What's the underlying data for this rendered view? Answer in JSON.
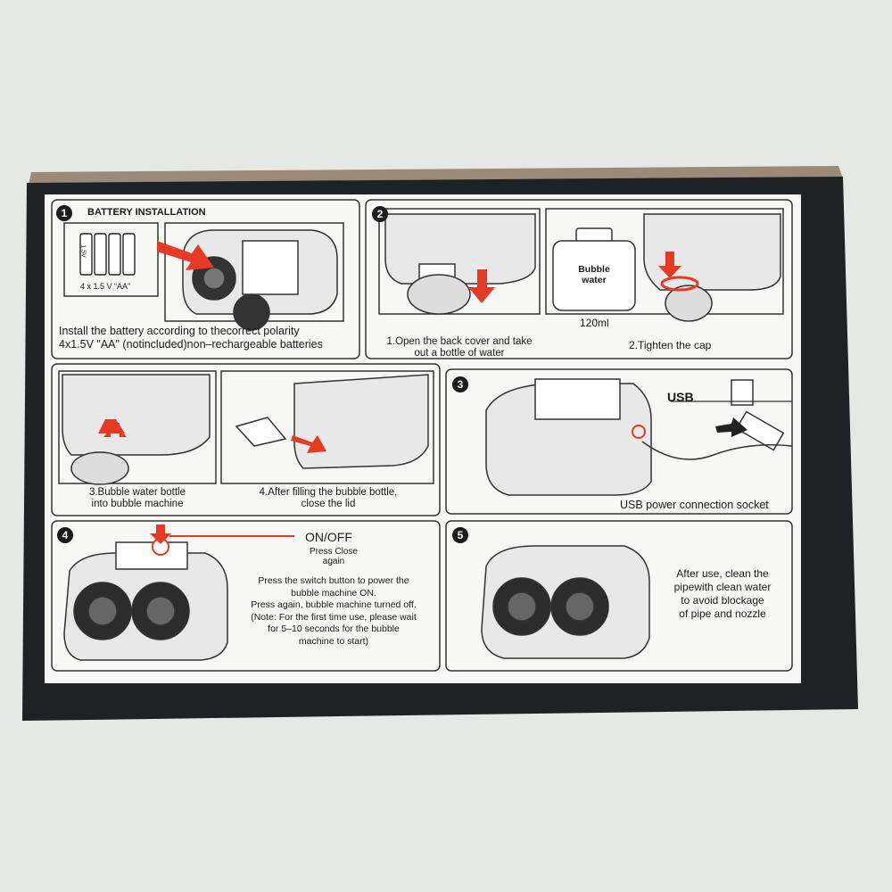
{
  "colors": {
    "accent": "#e53b25",
    "panel": "#f7f7f5",
    "box": "#1f2225",
    "background": "#e6e8e6"
  },
  "steps": {
    "s1": {
      "number": "1",
      "title": "BATTERY INSTALLATION",
      "battery_label": "1.5V",
      "battery_caption": "4 x 1.5 V “AA”",
      "line1": "Install the battery according to thecorrect polarity",
      "line2": "4x1.5V \"AA\" (notincluded)non–rechargeable batteries"
    },
    "s2": {
      "number": "2",
      "caption1": "1.Open the back cover and take",
      "caption2": "out a bottle of water",
      "bottle_label1": "Bubble",
      "bottle_label2": "water",
      "volume": "120ml",
      "tighten": "2.Tighten the cap"
    },
    "s2b": {
      "caption1a": "3.Bubble water bottle",
      "caption1b": "into bubble machine",
      "caption2a": "4.After filling the bubble bottle,",
      "caption2b": "close the lid"
    },
    "s3": {
      "number": "3",
      "usb_label": "USB",
      "caption": "USB power connection socket"
    },
    "s4": {
      "number": "4",
      "switch": "ON/OFF",
      "press_close1": "Press Close",
      "press_close2": "again",
      "lines": [
        "Press the switch button to power the",
        "bubble machine ON.",
        "Press again, bubble machine turned off.",
        "(Note: For the first time use, please wait",
        "for 5–10 seconds for the bubble",
        "machine to start)"
      ]
    },
    "s5": {
      "number": "5",
      "lines": [
        "After use, clean the",
        "pipewith clean water",
        "to avoid blockage",
        "of pipe and nozzle"
      ]
    }
  }
}
